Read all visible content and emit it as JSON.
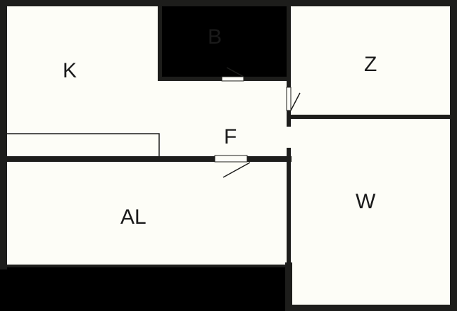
{
  "colors": {
    "wall": "#1d1d1b",
    "floor": "#fdfdf7",
    "outside": "#000000",
    "door": "#1d1d1b"
  },
  "rooms": [
    {
      "id": "K",
      "label": "K"
    },
    {
      "id": "B",
      "label": "B"
    },
    {
      "id": "Z",
      "label": "Z"
    },
    {
      "id": "F",
      "label": "F"
    },
    {
      "id": "W",
      "label": "W"
    },
    {
      "id": "AL",
      "label": "AL"
    }
  ],
  "doors": [
    {
      "id": "door-b"
    },
    {
      "id": "door-z"
    },
    {
      "id": "door-al"
    }
  ]
}
